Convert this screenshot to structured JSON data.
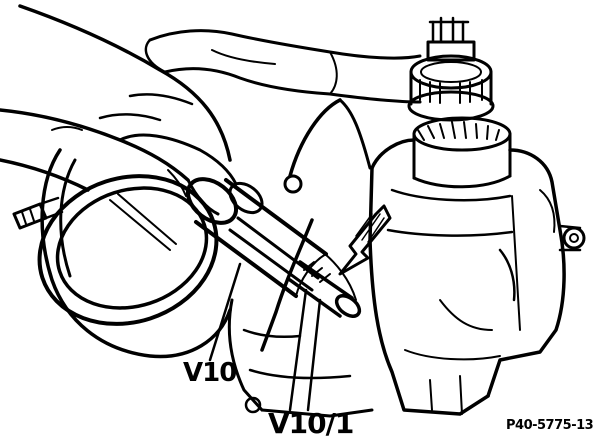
{
  "figure": {
    "labels": {
      "tool": "V10",
      "tool_part": "V10/1",
      "reference": "P40-5775-13"
    },
    "ink_color": "#000000",
    "background_color": "#ffffff"
  }
}
